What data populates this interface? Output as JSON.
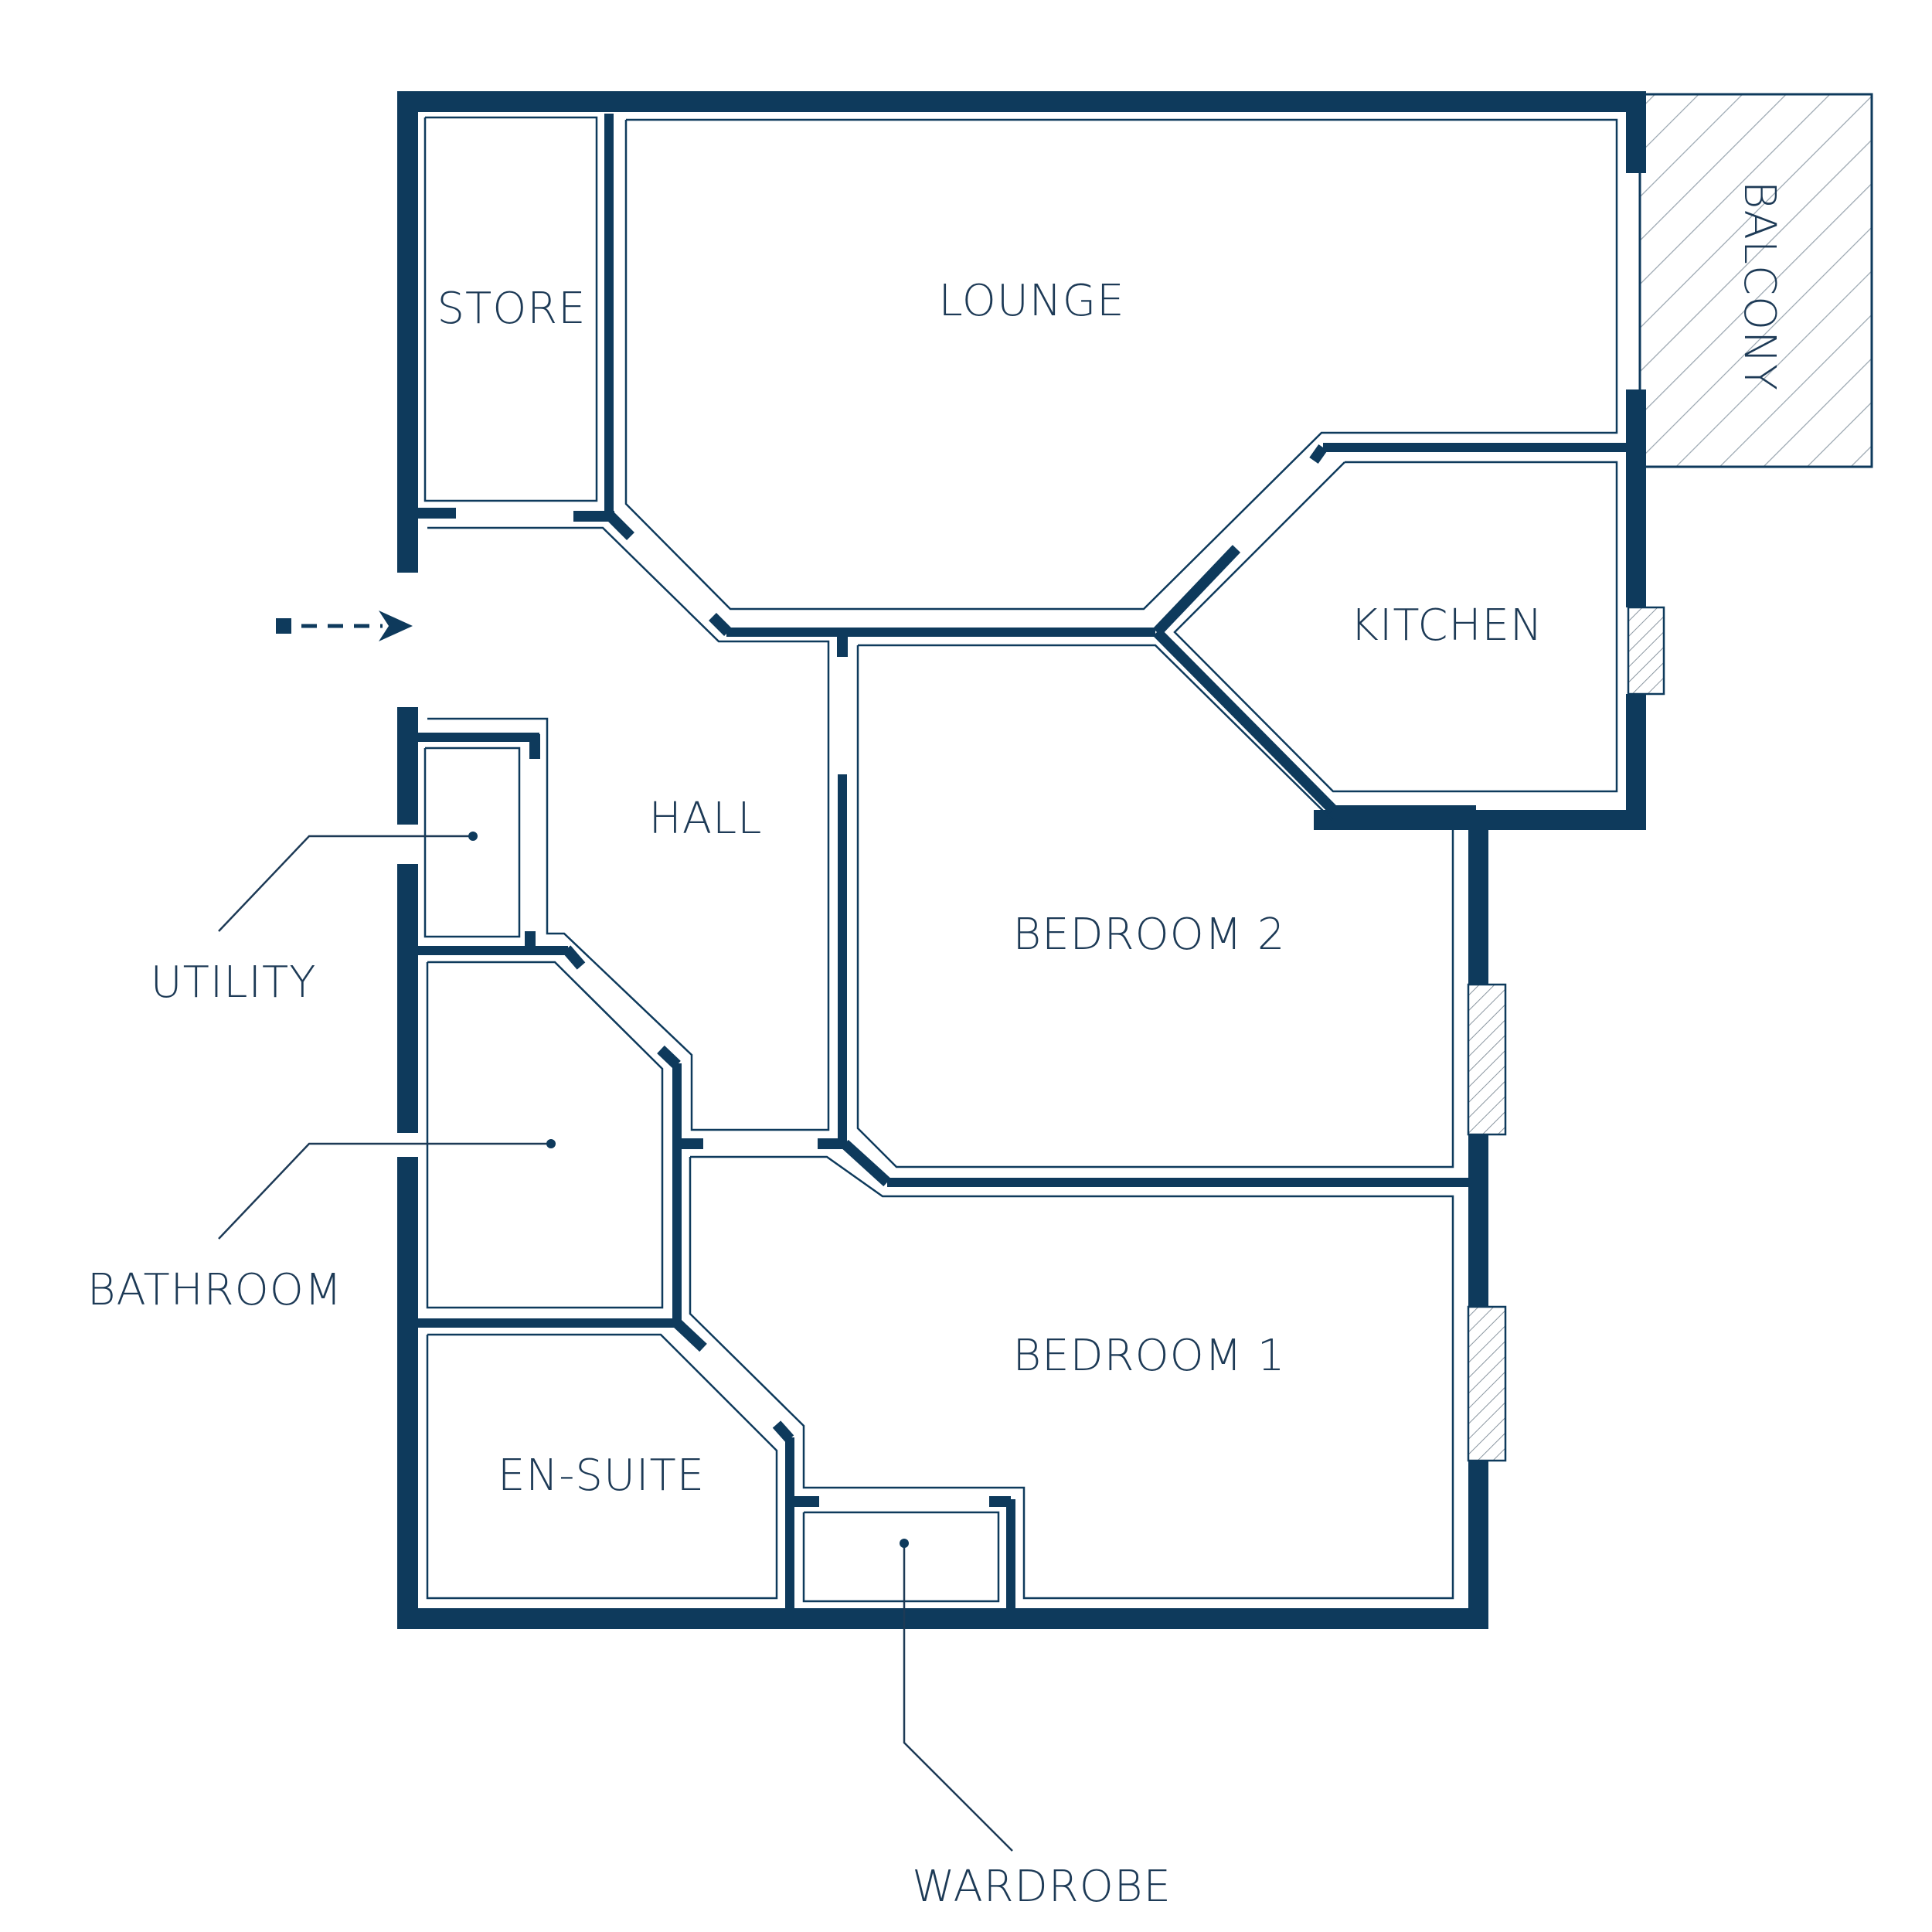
{
  "plan": {
    "rooms": {
      "store": "STORE",
      "lounge": "LOUNGE",
      "balcony": "BALCONY",
      "kitchen": "KITCHEN",
      "hall": "HALL",
      "bedroom2": "BEDROOM 2",
      "bedroom1": "BEDROOM 1",
      "en_suite": "EN-SUITE"
    },
    "callouts": {
      "utility": "UTILITY",
      "bathroom": "BATHROOM",
      "wardrobe": "WARDROBE"
    },
    "icons": {
      "entrance": "entrance-arrow-icon",
      "window": "window-hatch-icon"
    },
    "colors": {
      "wall": "#0e3a5c",
      "text": "#1d3a56",
      "background": "#ffffff"
    }
  }
}
